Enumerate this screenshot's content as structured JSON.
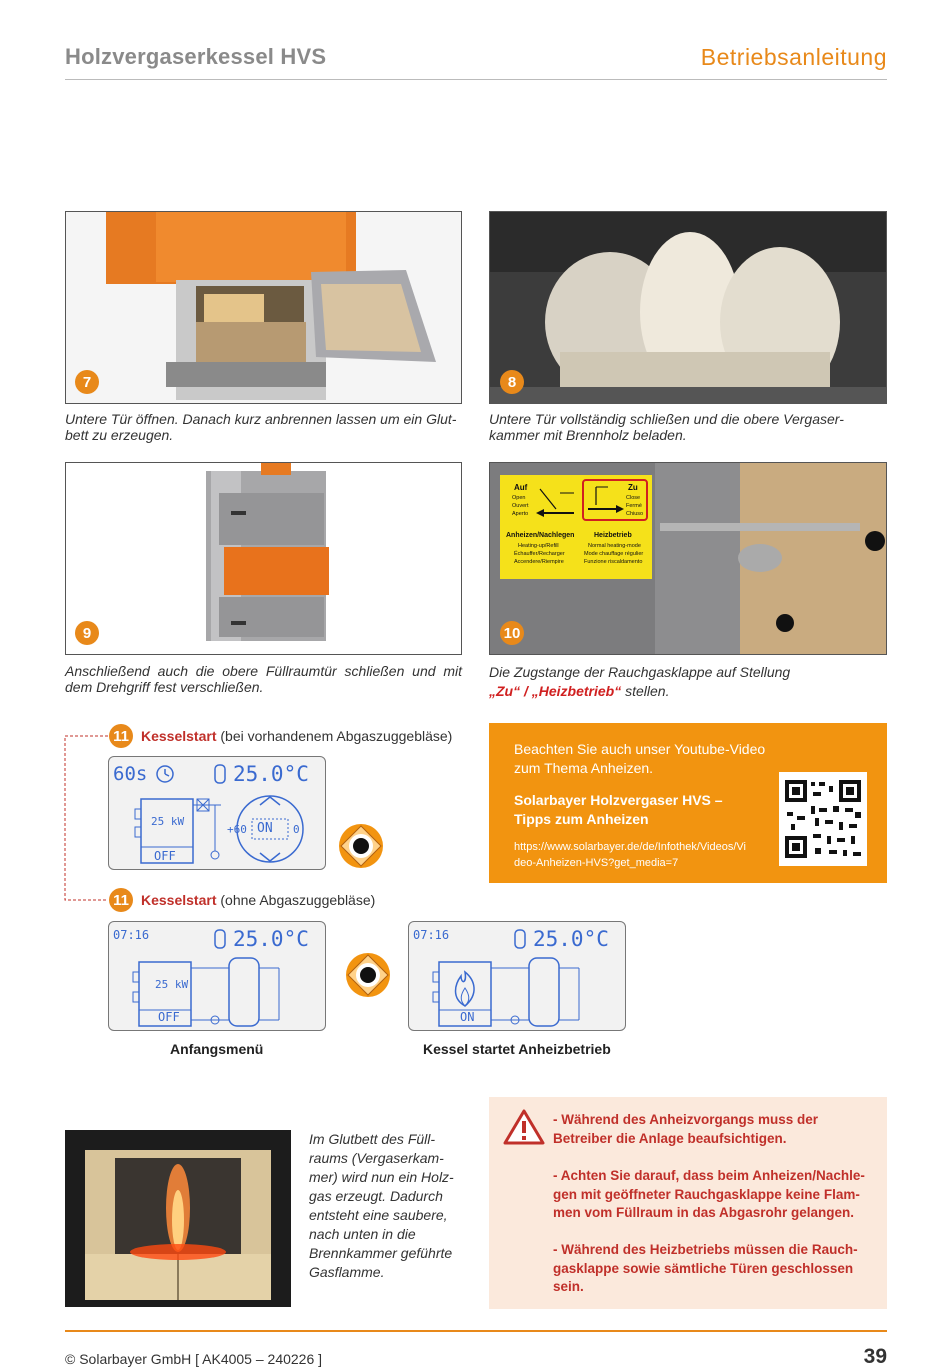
{
  "header": {
    "title": "Holzvergaserkessel HVS",
    "section": "Betriebsanleitung"
  },
  "steps": [
    {
      "num": "7",
      "caption": "Untere Tür öffnen. Danach kurz anbrennen lassen um ein Glut-bett zu erzeugen."
    },
    {
      "num": "8",
      "caption": "Untere Tür vollständig schließen und die obere Vergaser-kammer mit Brennholz beladen."
    },
    {
      "num": "9",
      "caption": "Anschließend auch die obere Füllraumtür schließen und mit dem Drehgriff fest verschließen."
    },
    {
      "num": "10",
      "caption_pre": "Die Zugstange der Rauchgasklappe auf Stellung",
      "caption_red": "„Zu“ / „Heizbetrieb“",
      "caption_post": " stellen."
    }
  ],
  "sign": {
    "auf": "Auf",
    "auf_lines": [
      "Open",
      "Ouvert",
      "Aperto"
    ],
    "zu": "Zu",
    "zu_lines": [
      "Close",
      "Fermé",
      "Chiuso"
    ],
    "left_title": "Anheizen/Nachlegen",
    "left_lines": [
      "Heating-up/Refill",
      "Échauffer/Recharger",
      "Accendere/Riempire"
    ],
    "right_title": "Heizbetrieb",
    "right_lines": [
      "Normal heating-mode",
      "Mode chauffage régulier",
      "Funzione riscaldamento"
    ]
  },
  "step11": {
    "num": "11",
    "heading_a_bold": "Kesselstart",
    "heading_a_rest": " (bei vorhandenem Abgaszuggebläse)",
    "heading_b_bold": "Kesselstart",
    "heading_b_rest": " (ohne Abgaszuggebläse)",
    "lcd1": {
      "timer": "60s",
      "temp": "25.0°C",
      "power": "25 kW",
      "state": "OFF",
      "plus": "+60",
      "on": "ON",
      "zero": "0"
    },
    "lcd2": {
      "time": "07:16",
      "temp": "25.0°C",
      "power": "25 kW",
      "state": "OFF"
    },
    "lcd3": {
      "time": "07:16",
      "temp": "25.0°C",
      "state": "ON"
    },
    "label_left": "Anfangsmenü",
    "label_right": "Kessel startet Anheizbetrieb"
  },
  "infobox": {
    "intro": "Beachten Sie auch unser Youtube-Video zum Thema Anheizen.",
    "title": "Solarbayer Holzvergaser HVS – Tipps zum Anheizen",
    "url": "https://www.solarbayer.de/de/Infothek/Videos/Video-Anheizen-HVS?get_media=7"
  },
  "flame_text": "Im Glutbett des Füll-raums (Vergaserkam-mer) wird nun ein Holz-gas erzeugt. Dadurch entsteht eine saubere, nach unten in die Brennkammer geführte Gasflamme.",
  "warnings": [
    "- Während des Anheizvorgangs muss der Betreiber die Anlage beaufsichtigen.",
    "- Achten Sie darauf, dass beim Anheizen/Nachle-gen mit geöffneter Rauchgasklappe keine Flam-men vom Füllraum in das Abgasrohr gelangen.",
    "- Während des Heizbetriebs müssen die Rauch-gasklappe sowie sämtliche Türen geschlossen sein."
  ],
  "footer": {
    "copyright": "© Solarbayer GmbH [ AK4005 – 240226 ]",
    "page": "39"
  },
  "colors": {
    "accent": "#e8891a",
    "warning_red": "#c0302a",
    "info_bg": "#f29410",
    "lcd_blue": "#3a6ad0"
  }
}
